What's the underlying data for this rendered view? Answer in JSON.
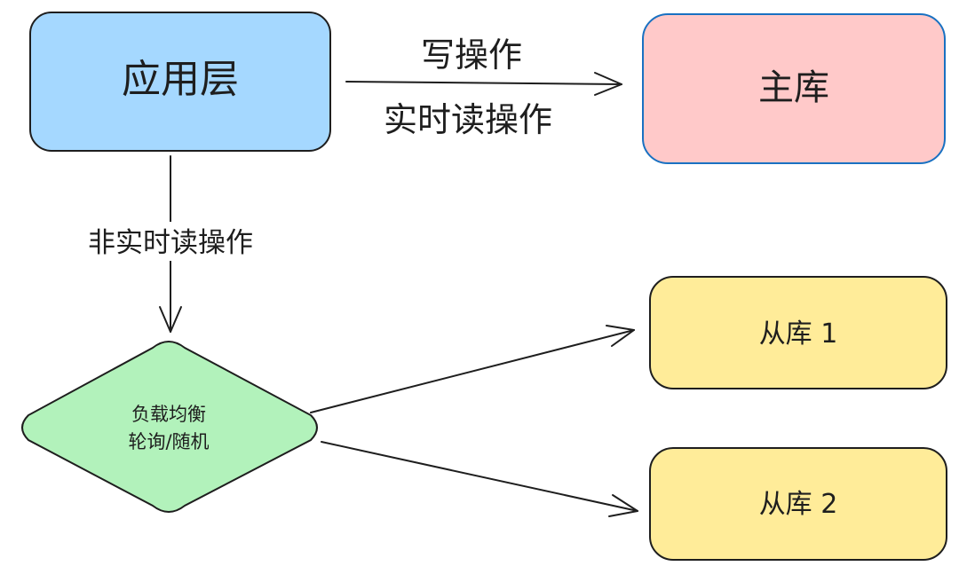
{
  "nodes": {
    "app_layer": {
      "label": "应用层",
      "fill": "#a5d8ff",
      "stroke": "#1e1e1e"
    },
    "primary_db": {
      "label": "主库",
      "fill": "#ffc9c9",
      "stroke": "#1971c2"
    },
    "load_balancer": {
      "line1": "负载均衡",
      "line2": "轮询/随机",
      "fill": "#b2f2bb",
      "stroke": "#1e1e1e"
    },
    "replica_1": {
      "label": "从库 1",
      "fill": "#ffec99",
      "stroke": "#1e1e1e"
    },
    "replica_2": {
      "label": "从库 2",
      "fill": "#ffec99",
      "stroke": "#1e1e1e"
    }
  },
  "edges": {
    "write_label": "写操作",
    "realtime_read_label": "实时读操作",
    "non_realtime_read_label": "非实时读操作"
  }
}
